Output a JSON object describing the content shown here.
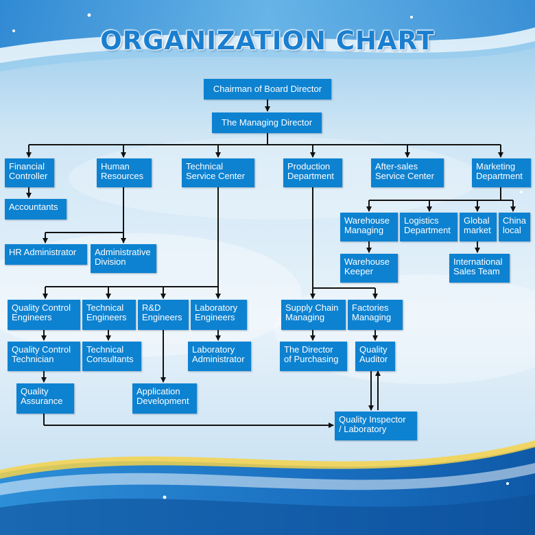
{
  "title": "ORGANIZATION CHART",
  "colors": {
    "box": "#0d82d1",
    "line": "#111111",
    "title": "#1a7fd0"
  },
  "nodes": {
    "chairman": "Chairman of Board Director",
    "managing_director": "The Managing Director",
    "financial_controller": "Financial\nController",
    "human_resources": "Human\nResources",
    "technical_service_center": "Technical\nService Center",
    "production_department": "Production\nDepartment",
    "after_sales": "After-sales\nService Center",
    "marketing_department": "Marketing\nDepartment",
    "accountants": "Accountants",
    "hr_administrator": "HR Administrator",
    "administrative_division": "Administrative\nDivision",
    "warehouse_managing": "Warehouse\nManaging",
    "logistics_department": "Logistics\nDepartment",
    "global_market": "Global\nmarket",
    "china_local": "China\nlocal",
    "warehouse_keeper": "Warehouse\nKeeper",
    "international_sales_team": "International\nSales Team",
    "qc_engineers": "Quality Control\nEngineers",
    "technical_engineers": "Technical\nEngineers",
    "rd_engineers": "R&D\nEngineers",
    "laboratory_engineers": "Laboratory\nEngineers",
    "supply_chain_managing": "Supply Chain\nManaging",
    "factories_managing": "Factories\nManaging",
    "qc_technician": "Quality Control\nTechnician",
    "technical_consultants": "Technical\nConsultants",
    "laboratory_administrator": "Laboratory\nAdministrator",
    "director_of_purchasing": "The Director\nof Purchasing",
    "quality_auditor": "Quality\nAuditor",
    "quality_assurance": "Quality\nAssurance",
    "application_development": "Application\nDevelopment",
    "quality_inspector": "Quality Inspector\n/ Laboratory"
  }
}
